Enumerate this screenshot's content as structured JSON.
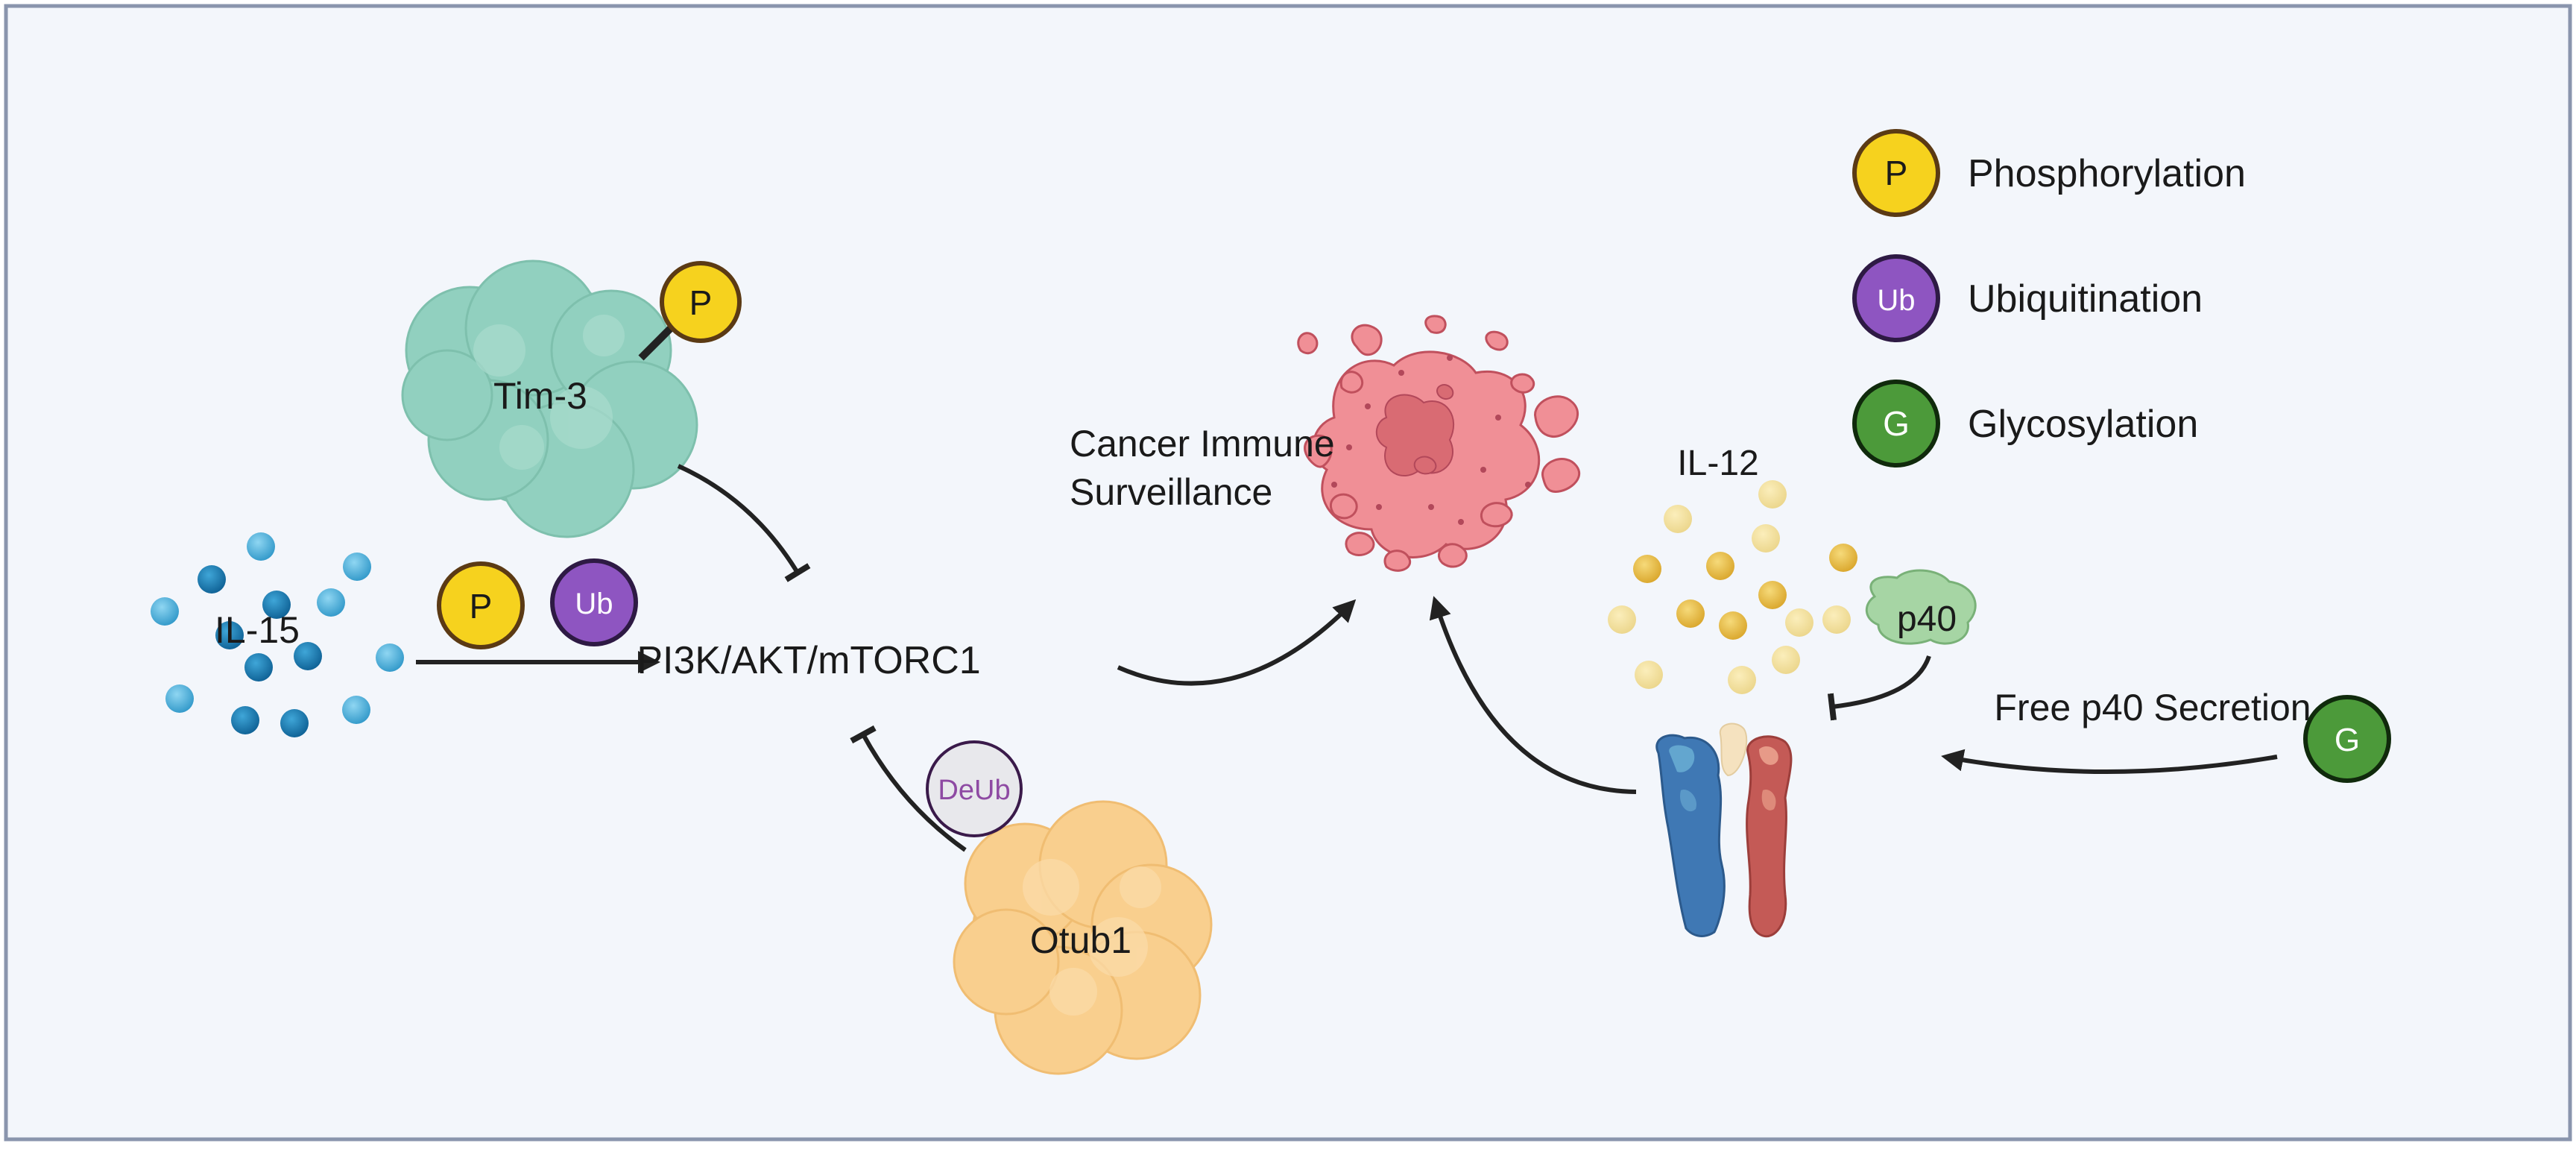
{
  "labels": {
    "tim3": "Tim-3",
    "il15": "IL-15",
    "pathway": "PI3K/AKT/mTORC1",
    "otub1": "Otub1",
    "cancer_line1": "Cancer Immune",
    "cancer_line2": "Surveillance",
    "il12": "IL-12",
    "p40": "p40",
    "free_p40": "Free p40 Secretion"
  },
  "badges": {
    "p": "P",
    "ub": "Ub",
    "g": "G",
    "deub": "DeUb"
  },
  "legend": [
    {
      "symbol": "P",
      "label": "Phosphorylation",
      "color": "#f6d21e",
      "stroke": "#5b3a14",
      "text_color": "#1a1a1a"
    },
    {
      "symbol": "Ub",
      "label": "Ubiquitination",
      "color": "#8e55c1",
      "stroke": "#2e1a44",
      "text_color": "#ffffff"
    },
    {
      "symbol": "G",
      "label": "Glycosylation",
      "color": "#4c9a3a",
      "stroke": "#102a0c",
      "text_color": "#ffffff"
    }
  ],
  "colors": {
    "background": "#f3f6fb",
    "frame": "#8a95ad",
    "arrow": "#222222",
    "tim3": "#91d0bf",
    "otub1": "#f9cf8e",
    "il15": "#4ab3de",
    "il12": "#f0cc63",
    "tumor": "#f08f96",
    "p40": "#a6d5a4",
    "receptor_blue": "#3f78b4",
    "receptor_red": "#c45a56"
  }
}
